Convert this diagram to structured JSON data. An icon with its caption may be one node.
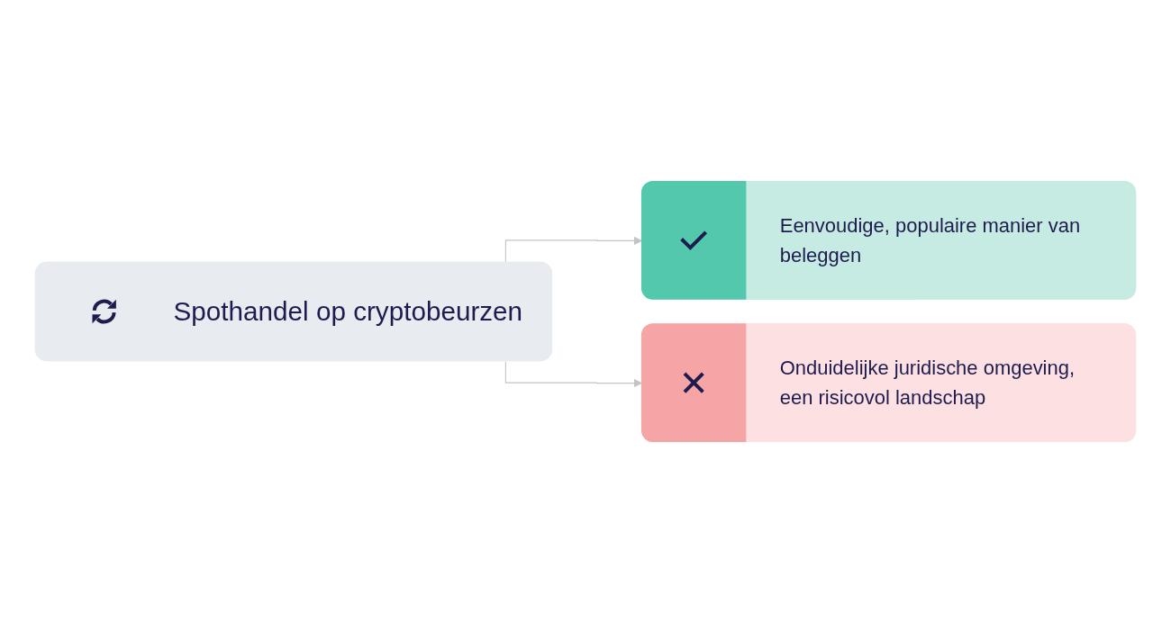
{
  "diagram": {
    "nodes": [
      {
        "text": [
          "Spothandel op cryptobeurzen"
        ]
      },
      {
        "text": [
          "Eenvoudige, populaire manier van beleggen"
        ]
      },
      {
        "text": [
          "Onduidelijke juridische omgeving, een risicovol landschap"
        ]
      }
    ],
    "edges": [
      {
        "from": 0,
        "to": 1,
        "arrow": "to"
      },
      {
        "from": 0,
        "to": 2,
        "arrow": "to"
      }
    ]
  }
}
